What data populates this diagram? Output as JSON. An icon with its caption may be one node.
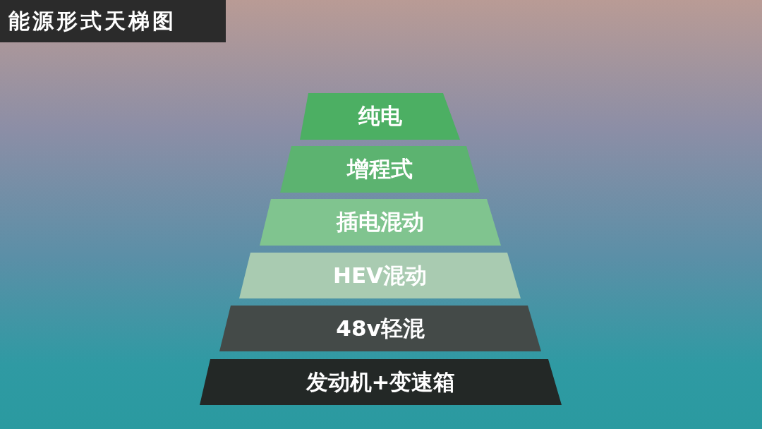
{
  "diagram": {
    "title": "能源形式天梯图",
    "nodes": [
      {
        "text": [
          "纯电"
        ]
      },
      {
        "text": [
          "增程式"
        ]
      },
      {
        "text": [
          "插电混动"
        ]
      },
      {
        "text": [
          "HEV混动"
        ]
      },
      {
        "text": [
          "48v轻混"
        ]
      },
      {
        "text": [
          "发动机+变速箱"
        ]
      }
    ]
  }
}
